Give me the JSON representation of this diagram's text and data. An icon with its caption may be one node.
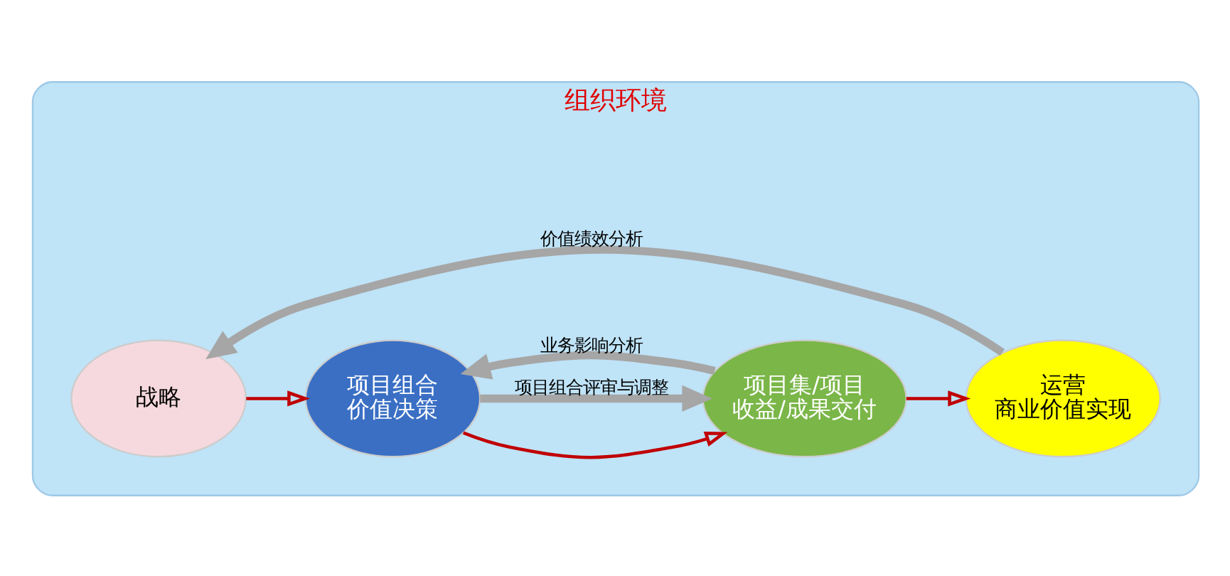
{
  "diagram": {
    "nodes": [
      {
        "text": [
          "组织环境"
        ]
      },
      {
        "text": [
          "战略"
        ],
        "in": 0
      },
      {
        "text": [
          "项目组合",
          "价值决策"
        ],
        "in": 0
      },
      {
        "text": [
          "项目集/项目",
          "收益/成果交付"
        ],
        "in": 0
      },
      {
        "text": [
          "运营",
          "商业价值实现"
        ],
        "in": 0
      }
    ],
    "edges": [
      {
        "from": 1,
        "to": 2,
        "arrow": "to",
        "color": "#c00000"
      },
      {
        "from": 2,
        "to": 3,
        "arrow": "to",
        "color": "#c00000"
      },
      {
        "from": 3,
        "to": 4,
        "arrow": "to",
        "color": "#c00000"
      },
      {
        "from": 2,
        "to": 3,
        "arrow": "to",
        "label": "项目组合评审与调整",
        "style": "thick",
        "color": "#a6a6a6"
      },
      {
        "from": 3,
        "to": 2,
        "arrow": "to",
        "label": "业务影响分析",
        "style": "thick",
        "color": "#a6a6a6"
      },
      {
        "from": 4,
        "to": 1,
        "arrow": "to",
        "label": "价值绩效分析",
        "style": "thick",
        "color": "#a6a6a6"
      }
    ]
  }
}
